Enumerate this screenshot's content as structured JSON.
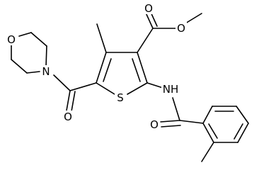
{
  "molecule": {
    "atoms": {
      "O1": "O",
      "O2": "O",
      "O3": "O",
      "O4": "O",
      "O5": "O",
      "N1": "N",
      "N2": "NH",
      "S1": "S"
    },
    "colors": {
      "bond": "#000000",
      "label": "#000000",
      "background": "#ffffff"
    }
  }
}
